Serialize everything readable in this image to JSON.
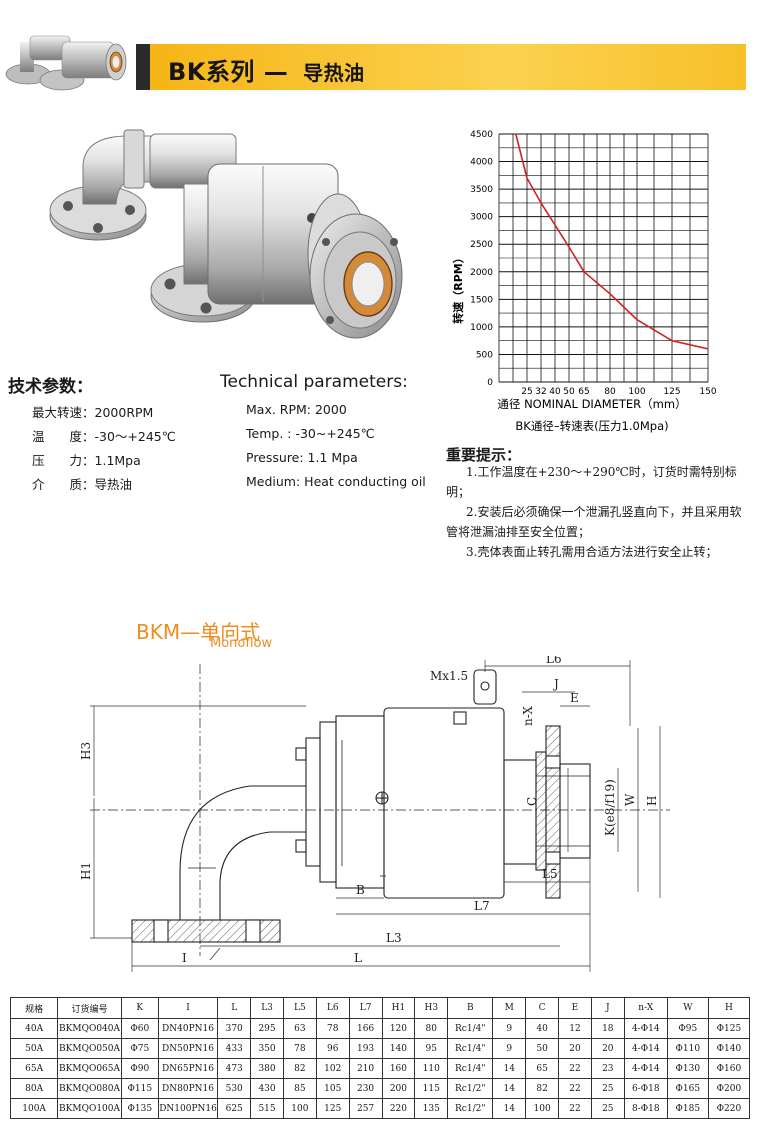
{
  "header": {
    "title": "BK系列",
    "dash": "—",
    "subtitle": "导热油"
  },
  "params_cn": {
    "heading": "技术参数：",
    "rows": [
      {
        "label": "最大转速：",
        "value": "2000RPM"
      },
      {
        "label": "温　　度：",
        "value": "-30～+245℃"
      },
      {
        "label": "压　　力：",
        "value": "1.1Mpa"
      },
      {
        "label": "介　　质：",
        "value": "导热油"
      }
    ]
  },
  "params_en": {
    "heading": "Technical parameters:",
    "rows": [
      "Max. RPM: 2000",
      "Temp. : -30~+245℃",
      "Pressure: 1.1 Mpa",
      "Medium: Heat conducting oil"
    ]
  },
  "chart_data": {
    "type": "line",
    "title": "BK通径–转速表(压力1.0Mpa)",
    "xlabel": "通径 NOMINAL DIAMETER（mm）",
    "ylabel": "转速（RPM）",
    "x_ticks": [
      "25",
      "32",
      "40",
      "50",
      "65",
      "80",
      "100",
      "125",
      "150"
    ],
    "y_ticks": [
      0,
      500,
      1000,
      1500,
      2000,
      2500,
      3000,
      3500,
      4000,
      4500
    ],
    "ylim": [
      0,
      4500
    ],
    "grid": true,
    "series": [
      {
        "color": "#d22020",
        "x": [
          15,
          25,
          32,
          40,
          50,
          65,
          80,
          100,
          125,
          150
        ],
        "y": [
          4500,
          3700,
          3250,
          2850,
          2450,
          2000,
          1600,
          1130,
          750,
          600
        ]
      }
    ]
  },
  "notice": {
    "heading": "重要提示：",
    "items": [
      "1.工作温度在+230～+290℃时，订货时需特别标明；",
      "2.安装后必须确保一个泄漏孔竖直向下，并且采用软管将泄漏油排至安全位置；",
      "3.壳体表面止转孔需用合适方法进行安全止转；"
    ]
  },
  "bkm": {
    "title": "BKM—单向式",
    "subtitle": "Monoflow"
  },
  "drawing_labels": {
    "L6": "L6",
    "Mx": "Mx1.5",
    "J": "J",
    "nX": "n-X",
    "E": "E",
    "H3": "H3",
    "H1": "H1",
    "C": "C",
    "K": "K(e8/f19)",
    "W": "W",
    "H": "H",
    "L5": "L5",
    "B": "B",
    "L7": "L7",
    "L3": "L3",
    "L": "L",
    "I": "I"
  },
  "table": {
    "headers": [
      "规格",
      "订货编号",
      "K",
      "I",
      "L",
      "L3",
      "L5",
      "L6",
      "L7",
      "H1",
      "H3",
      "B",
      "M",
      "C",
      "E",
      "J",
      "n-X",
      "W",
      "H"
    ],
    "rows": [
      [
        "40A",
        "BKMQO040A",
        "Φ60",
        "DN40PN16",
        "370",
        "295",
        "63",
        "78",
        "166",
        "120",
        "80",
        "Rc1/4\"",
        "9",
        "40",
        "12",
        "18",
        "4-Φ14",
        "Φ95",
        "Φ125"
      ],
      [
        "50A",
        "BKMQO050A",
        "Φ75",
        "DN50PN16",
        "433",
        "350",
        "78",
        "96",
        "193",
        "140",
        "95",
        "Rc1/4\"",
        "9",
        "50",
        "20",
        "20",
        "4-Φ14",
        "Φ110",
        "Φ140"
      ],
      [
        "65A",
        "BKMQO065A",
        "Φ90",
        "DN65PN16",
        "473",
        "380",
        "82",
        "102",
        "210",
        "160",
        "110",
        "Rc1/4\"",
        "14",
        "65",
        "22",
        "23",
        "4-Φ14",
        "Φ130",
        "Φ160"
      ],
      [
        "80A",
        "BKMQO080A",
        "Φ115",
        "DN80PN16",
        "530",
        "430",
        "85",
        "105",
        "230",
        "200",
        "115",
        "Rc1/2\"",
        "14",
        "82",
        "22",
        "25",
        "6-Φ18",
        "Φ165",
        "Φ200"
      ],
      [
        "100A",
        "BKMQO100A",
        "Φ135",
        "DN100PN16",
        "625",
        "515",
        "100",
        "125",
        "257",
        "220",
        "135",
        "Rc1/2\"",
        "14",
        "100",
        "22",
        "25",
        "8-Φ18",
        "Φ185",
        "Φ220"
      ]
    ]
  }
}
